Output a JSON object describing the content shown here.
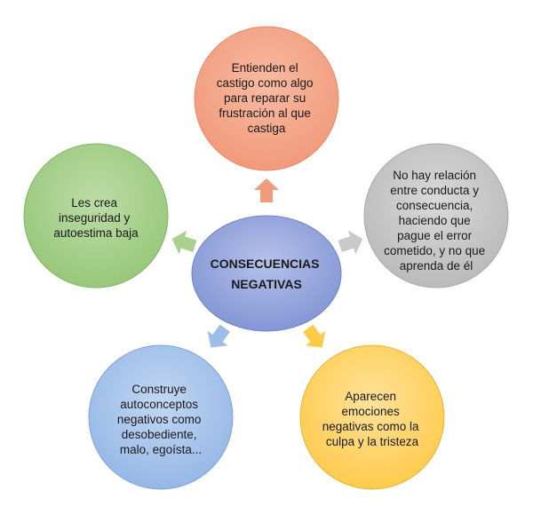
{
  "center": {
    "lines": [
      "CONSECUENCIAS",
      "NEGATIVAS"
    ],
    "color": "#8FA0D8"
  },
  "nodes": [
    {
      "id": "top",
      "lines": [
        "Entienden el",
        "castigo como algo",
        "para reparar su",
        "frustración al que",
        "castiga"
      ],
      "color": "#F4A58A"
    },
    {
      "id": "right",
      "lines": [
        "No hay relación",
        "entre conducta y",
        "consecuencia,",
        "haciendo que",
        "pague el error",
        "cometido, y no que",
        "aprenda de él"
      ],
      "color": "#C6C6C6"
    },
    {
      "id": "bottom-right",
      "lines": [
        "Aparecen",
        "emociones",
        "negativas como la",
        "culpa y la tristeza"
      ],
      "color": "#FFD36B"
    },
    {
      "id": "bottom-left",
      "lines": [
        "Construye",
        "autoconceptos",
        "negativos como",
        "desobediente,",
        "malo, egoísta..."
      ],
      "color": "#A9C6EC"
    },
    {
      "id": "left",
      "lines": [
        "Les crea",
        "inseguridad y",
        "autoestima baja"
      ],
      "color": "#A6D08A"
    }
  ]
}
